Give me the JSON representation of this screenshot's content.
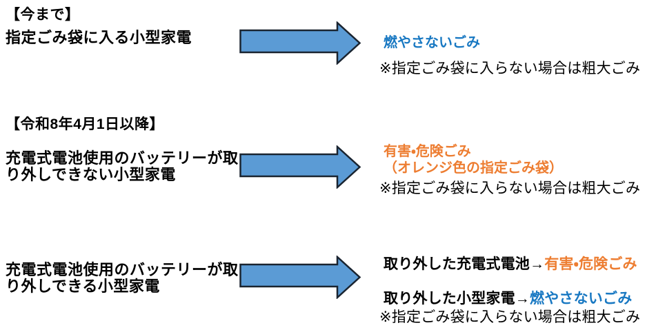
{
  "colors": {
    "nonburnable_blue": "#1878C2",
    "hazardous_orange": "#ED7D31",
    "arrow_fill": "#5B9BD5",
    "arrow_border": "#1A2430"
  },
  "icons": {
    "arrow": "block-arrow-right-icon"
  },
  "sections": {
    "now": {
      "header": "【今まで】",
      "item": "指定ごみ袋に入る小型家電",
      "result": "燃やさないごみ",
      "note": "※指定ごみ袋に入らない場合は粗大ごみ"
    },
    "future_non_removable": {
      "header": "【令和8年4月1日以降】",
      "item": "充電式電池使用のバッテリーが取り外しできない小型家電",
      "result_line1": "有害・危険ごみ",
      "result_line2": "（オレンジ色の指定ごみ袋）",
      "note": "※指定ごみ袋に入らない場合は粗大ごみ"
    },
    "future_removable": {
      "item": "充電式電池使用のバッテリーが取り外しできる小型家電",
      "battery_label": "取り外した充電式電池→",
      "battery_result": "有害・危険ごみ",
      "appliance_label": "取り外した小型家電→",
      "appliance_result": "燃やさないごみ",
      "note": "※指定ごみ袋に入らない場合は粗大ごみ"
    }
  }
}
